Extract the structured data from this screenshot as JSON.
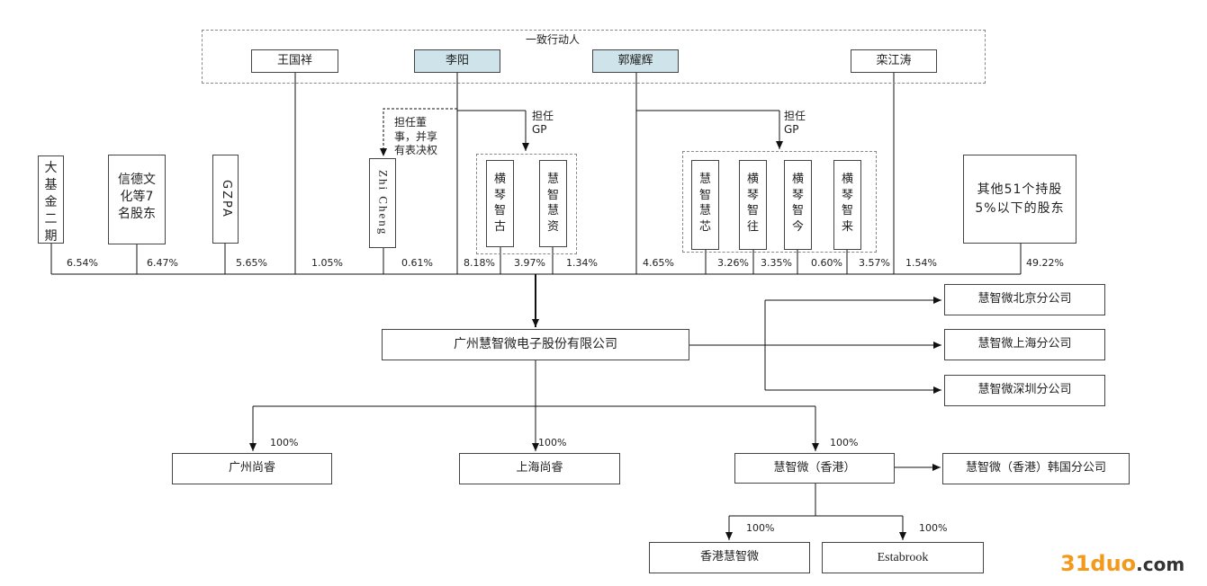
{
  "concert_group": {
    "label": "一致行动人"
  },
  "founders": {
    "wang": "王国祥",
    "li": "李阳",
    "guo": "郭耀辉",
    "luan": "栾江涛"
  },
  "notes": {
    "gp_left": "担任\nGP",
    "gp_right": "担任\nGP",
    "director": "担任董事，并享有表决权"
  },
  "shareholders": {
    "dajijin": "大基金二期",
    "xinde": "信德文化等7名股东",
    "gzpa": "GZPA",
    "zhicheng": "Zhi Cheng",
    "hengqin_gu": "横琴智古",
    "huizhi_huizi": "慧智慧资",
    "huizhi_huixin": "慧智慧芯",
    "hengqin_wang": "横琴智往",
    "hengqin_jin": "横琴智今",
    "hengqin_lai": "横琴智来",
    "others": "其他51个持股5%以下的股东"
  },
  "percents": {
    "dajijin": "6.54%",
    "xinde": "6.47%",
    "gzpa": "5.65%",
    "wang": "1.05%",
    "zhicheng": "0.61%",
    "li": "8.18%",
    "hengqin_gu": "3.97%",
    "huizhi_huizi": "1.34%",
    "guo": "4.65%",
    "huizhi_huixin": "3.26%",
    "hengqin_wang": "3.35%",
    "hengqin_jin": "0.60%",
    "hengqin_lai": "3.57%",
    "luan": "1.54%",
    "others": "49.22%"
  },
  "company": {
    "name": "广州慧智微电子股份有限公司"
  },
  "branches": {
    "beijing": "慧智微北京分公司",
    "shanghai": "慧智微上海分公司",
    "shenzhen": "慧智微深圳分公司"
  },
  "subsidiaries": {
    "gz": {
      "name": "广州尚睿",
      "pct": "100%"
    },
    "sh": {
      "name": "上海尚睿",
      "pct": "100%"
    },
    "hk": {
      "name": "慧智微（香港）",
      "pct": "100%"
    },
    "hk_korea": "慧智微（香港）韩国分公司",
    "hk_sub": {
      "name": "香港慧智微",
      "pct": "100%"
    },
    "estabrook": {
      "name": "Estabrook",
      "pct": "100%"
    }
  },
  "watermark": {
    "main": "31duo",
    "suffix": ".com"
  },
  "colors": {
    "highlight": "#cfe4ea",
    "watermark": "#f39a1c"
  }
}
